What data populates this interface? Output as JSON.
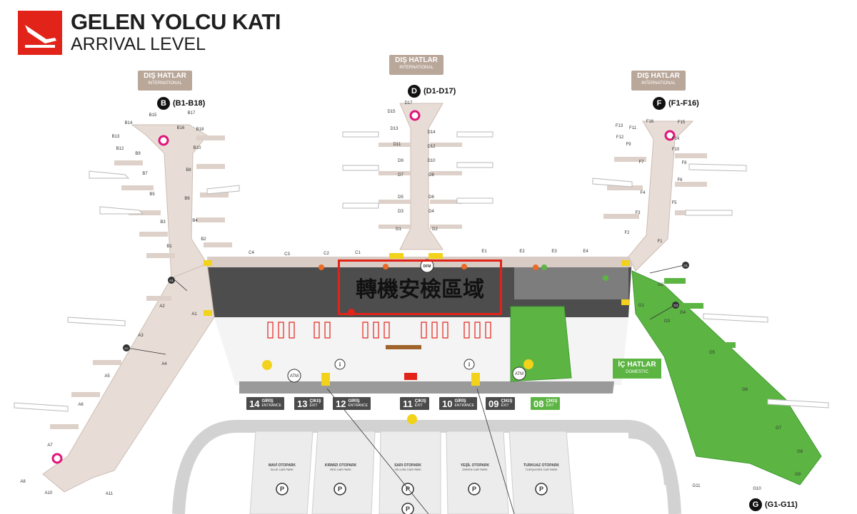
{
  "header": {
    "title": "GELEN YOLCU KATI",
    "subtitle": "ARRIVAL LEVEL"
  },
  "zones": {
    "international_label": "DIŞ HATLAR",
    "international_sub": "INTERNATIONAL",
    "domestic_label": "İÇ HATLAR",
    "domestic_sub": "DOMESTIC"
  },
  "piers": [
    {
      "letter": "B",
      "range": "(B1-B18)"
    },
    {
      "letter": "D",
      "range": "(D1-D17)"
    },
    {
      "letter": "F",
      "range": "(F1-F16)"
    },
    {
      "letter": "G",
      "range": "(G1-G11)"
    }
  ],
  "gates": {
    "B": [
      "B1",
      "B2",
      "B3",
      "B4",
      "B5",
      "B6",
      "B7",
      "B8",
      "B9",
      "B10",
      "B12",
      "B13",
      "B14",
      "B15",
      "B16",
      "B17",
      "B18"
    ],
    "A": [
      "A1",
      "A2",
      "A3",
      "A4",
      "A5",
      "A6",
      "A7",
      "A8",
      "A10",
      "A11"
    ],
    "D": [
      "D1",
      "D2",
      "D3",
      "D4",
      "D5",
      "D6",
      "D7",
      "D8",
      "D9",
      "D10",
      "D11",
      "D12",
      "D13",
      "D14",
      "D15",
      "D17"
    ],
    "C": [
      "C1",
      "C2",
      "C3",
      "C4"
    ],
    "E": [
      "E1",
      "E2",
      "E3",
      "E4"
    ],
    "F": [
      "F1",
      "F2",
      "F3",
      "F4",
      "F5",
      "F6",
      "F7",
      "F8",
      "F9",
      "F10",
      "F11",
      "F12",
      "F13",
      "F14",
      "F15",
      "F16"
    ],
    "G": [
      "G1",
      "G2",
      "G3",
      "G4",
      "G5",
      "G6",
      "G7",
      "G8",
      "G9",
      "G10",
      "G11"
    ],
    "A_markers": [
      "A1",
      "A4"
    ],
    "G_markers": [
      "G1",
      "G3"
    ]
  },
  "exits": [
    {
      "num": "14",
      "tr": "GİRİŞ",
      "en": "ENTRANCE"
    },
    {
      "num": "13",
      "tr": "ÇIKIŞ",
      "en": "EXIT"
    },
    {
      "num": "12",
      "tr": "GİRİŞ",
      "en": "ENTRANCE"
    },
    {
      "num": "11",
      "tr": "ÇIKIŞ",
      "en": "EXIT"
    },
    {
      "num": "10",
      "tr": "GİRİŞ",
      "en": "ENTRANCE"
    },
    {
      "num": "09",
      "tr": "ÇIKIŞ",
      "en": "EXIT"
    },
    {
      "num": "08",
      "tr": "ÇIKIŞ",
      "en": "EXIT"
    }
  ],
  "parking": [
    {
      "tr": "MAVİ OTOPARK",
      "en": "BLUE CAR PARK"
    },
    {
      "tr": "KIRMIZI OTOPARK",
      "en": "RED CAR PARK"
    },
    {
      "tr": "SARI OTOPARK",
      "en": "YELLOW CAR PARK"
    },
    {
      "tr": "YEŞİL OTOPARK",
      "en": "GREEN CAR PARK"
    },
    {
      "tr": "TURKUAZ OTOPARK",
      "en": "TURQUOISE CAR PARK"
    }
  ],
  "misc": {
    "atm": "ATM",
    "info": "i",
    "parking_symbol": "P",
    "dfm": "DFM"
  },
  "highlight": {
    "text": "轉機安檢區域",
    "color": "#e2231a"
  },
  "colors": {
    "terminal": "#e8ddd6",
    "pier": "#e9e0da",
    "domestic": "#5cb543",
    "dark_floor": "#4d4d4d",
    "accent_red": "#e2231a",
    "marker_pink": "#e0157a"
  }
}
